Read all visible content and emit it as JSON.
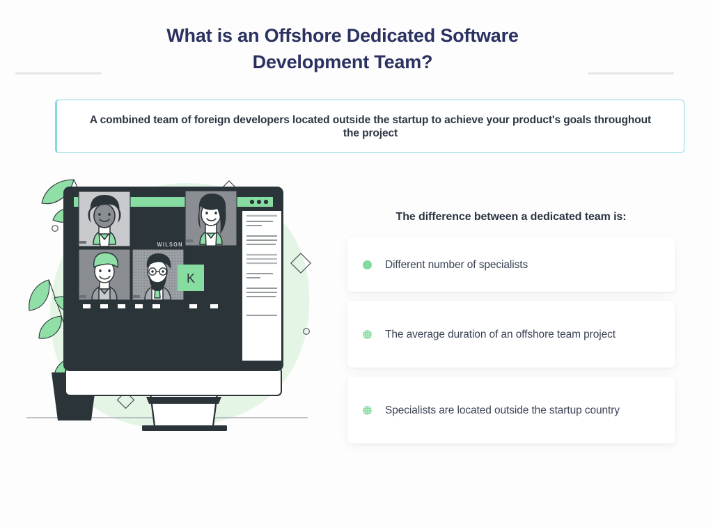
{
  "header": {
    "title": "What is an Offshore Dedicated Software Development Team?",
    "rule_color": "#E4E6EA",
    "title_color": "#2B3160"
  },
  "subtitle": {
    "text": "A combined team of foreign developers located outside the startup to achieve your product's goals throughout the project",
    "border_color": "#85D9DE"
  },
  "differences": {
    "heading": "The difference between a dedicated team is:",
    "bullet_color": "#81DB9D",
    "items": [
      {
        "text": "Different number of specialists",
        "bullet_style": "solid"
      },
      {
        "text": "The average duration of an offshore team project",
        "bullet_style": "dotted"
      },
      {
        "text": "Specialists are located outside the startup country",
        "bullet_style": "dotted"
      }
    ]
  },
  "illustration": {
    "name": "video-conference-monitor-illustration",
    "colors": {
      "dark": "#2B3439",
      "green": "#86DCA1",
      "green_light": "#8FDFA7",
      "blob": "#E4F5E6",
      "gray_light": "#C8CACD",
      "gray_mid": "#9C9FA3",
      "white": "#FFFFFF"
    },
    "screen": {
      "speaker_label": "WILSON",
      "avatar_initial": "K",
      "participants": [
        "participant-curly-hair-green-blazer",
        "participant-long-dark-hair",
        "participant-green-hair-man",
        "participant-bearded-man-glasses"
      ],
      "control_buttons": 7,
      "window_dots": 3
    }
  }
}
